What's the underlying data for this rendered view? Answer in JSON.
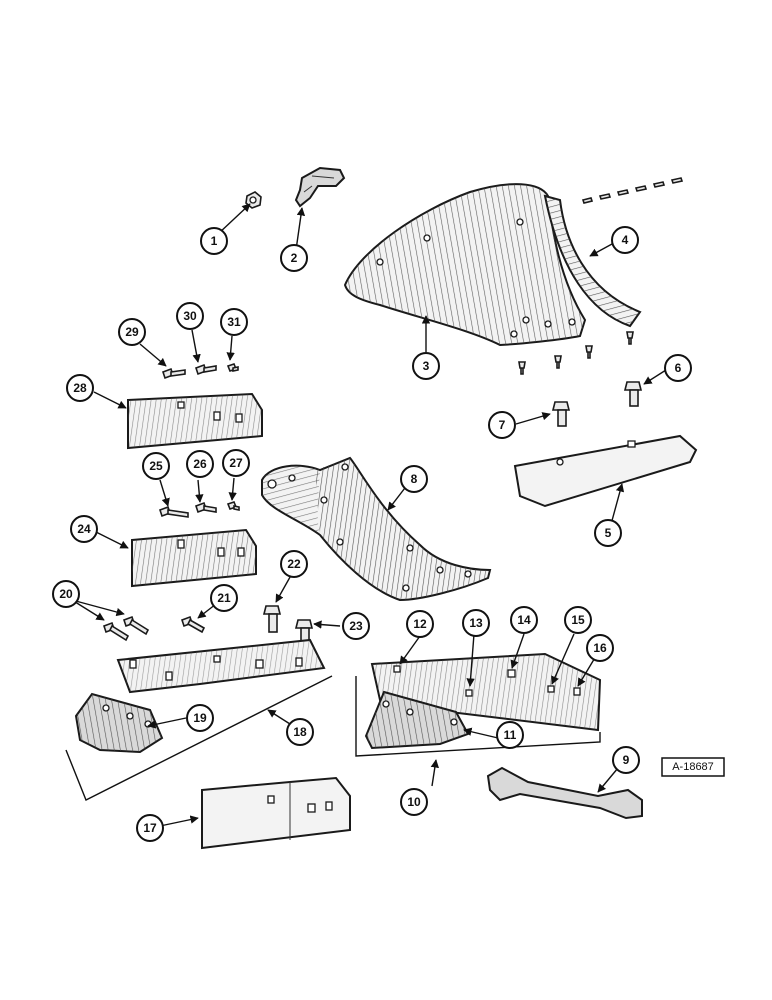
{
  "callouts": [
    "1",
    "2",
    "3",
    "4",
    "5",
    "6",
    "7",
    "8",
    "9",
    "10",
    "11",
    "12",
    "13",
    "14",
    "15",
    "16",
    "17",
    "18",
    "19",
    "20",
    "21",
    "22",
    "23",
    "24",
    "25",
    "26",
    "27",
    "28",
    "29",
    "30",
    "31"
  ],
  "reference_code": "A-18687"
}
